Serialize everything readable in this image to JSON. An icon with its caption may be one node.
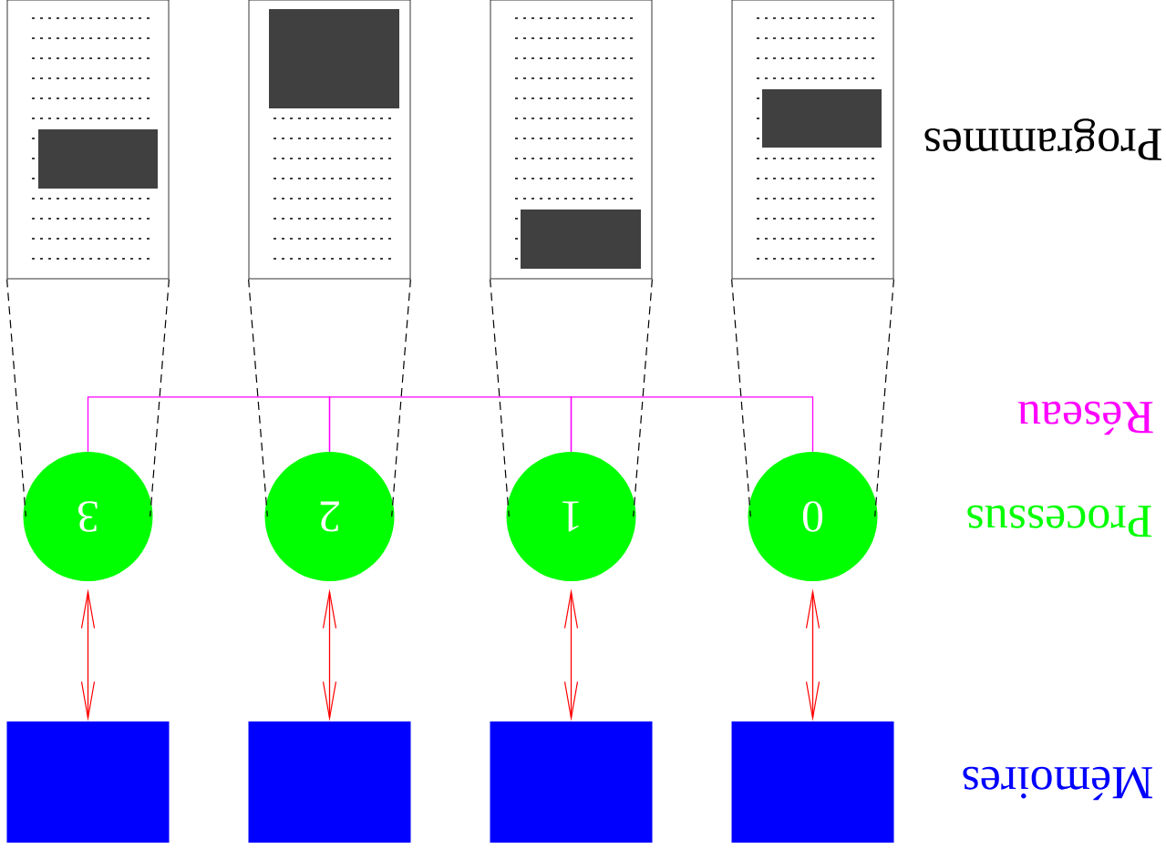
{
  "diagram": {
    "nodes": [
      {
        "text": [],
        "shape": "box"
      },
      {
        "text": [],
        "shape": "box"
      },
      {
        "text": [],
        "shape": "box"
      },
      {
        "text": [],
        "shape": "box"
      },
      {
        "text": [
          "3"
        ]
      },
      {
        "text": [
          "2"
        ]
      },
      {
        "text": [
          "1"
        ]
      },
      {
        "text": [
          "0"
        ]
      },
      {
        "text": [],
        "shape": "box"
      },
      {
        "text": [],
        "shape": "box"
      },
      {
        "text": [],
        "shape": "box"
      },
      {
        "text": [],
        "shape": "box"
      }
    ],
    "edges": [
      {
        "from": 0,
        "to": 4,
        "arrow": "none",
        "style": "dashed"
      },
      {
        "from": 0,
        "to": 4,
        "arrow": "none",
        "style": "dashed"
      },
      {
        "from": 1,
        "to": 5,
        "arrow": "none",
        "style": "dashed"
      },
      {
        "from": 1,
        "to": 5,
        "arrow": "none",
        "style": "dashed"
      },
      {
        "from": 2,
        "to": 6,
        "arrow": "none",
        "style": "dashed"
      },
      {
        "from": 2,
        "to": 6,
        "arrow": "none",
        "style": "dashed"
      },
      {
        "from": 3,
        "to": 7,
        "arrow": "none",
        "style": "dashed"
      },
      {
        "from": 3,
        "to": 7,
        "arrow": "none",
        "style": "dashed"
      },
      {
        "from": 4,
        "to": 5,
        "arrow": "none",
        "color": "#ff00ff"
      },
      {
        "from": 5,
        "to": 6,
        "arrow": "none",
        "color": "#ff00ff"
      },
      {
        "from": 6,
        "to": 7,
        "arrow": "none",
        "color": "#ff00ff"
      },
      {
        "from": 4,
        "to": 8,
        "arrow": "both",
        "color": "#ff0000"
      },
      {
        "from": 5,
        "to": 9,
        "arrow": "both",
        "color": "#ff0000"
      },
      {
        "from": 6,
        "to": 10,
        "arrow": "both",
        "color": "#ff0000"
      },
      {
        "from": 7,
        "to": 11,
        "arrow": "both",
        "color": "#ff0000"
      }
    ],
    "labels": [
      "Programmes",
      "Réseau",
      "Processus",
      "Mémoires"
    ]
  }
}
